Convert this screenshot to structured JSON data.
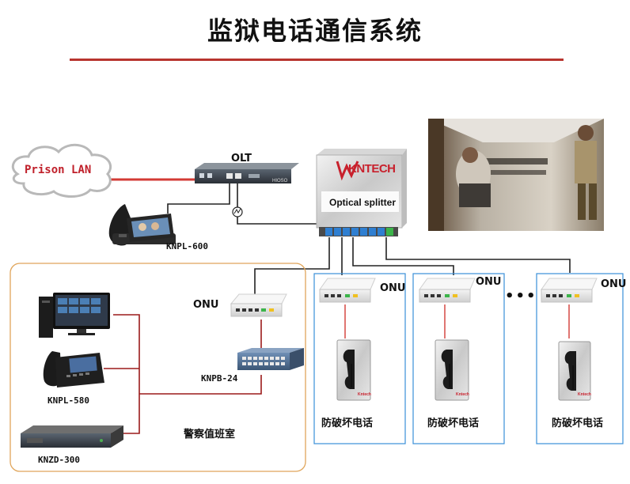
{
  "title": "监狱电话通信系统",
  "colors": {
    "accent_red": "#b8342e",
    "link_red": "#d33b35",
    "cable_dark": "#222222",
    "duty_box_border": "#e0a55a",
    "onu_box_border": "#3a8fd8",
    "optic_port_blue": "#2f7fd1",
    "optic_port_green": "#3cb44a"
  },
  "network": {
    "cloud_label": "Prison LAN",
    "olt_label": "OLT",
    "olt_badge": "HIOSO",
    "ip_phone_label": "KNPL-600",
    "splitter_brand": "KNTECH",
    "splitter_label": "Optical splitter",
    "continuation": "•••"
  },
  "duty_room": {
    "label": "警察值班室",
    "onu_label": "ONU",
    "switch_label": "KNPB-24",
    "phone_label": "KNPL-580",
    "server_label": "KNZD-300"
  },
  "terminals": [
    {
      "onu_label": "ONU",
      "phone_label": "防破坏电话",
      "brand": "Kntech"
    },
    {
      "onu_label": "ONU",
      "phone_label": "防破坏电话",
      "brand": "Kntech"
    },
    {
      "onu_label": "ONU",
      "phone_label": "防破坏电话",
      "brand": "Kntech"
    }
  ],
  "photo": {
    "icon": "prison-visitation-photo"
  }
}
